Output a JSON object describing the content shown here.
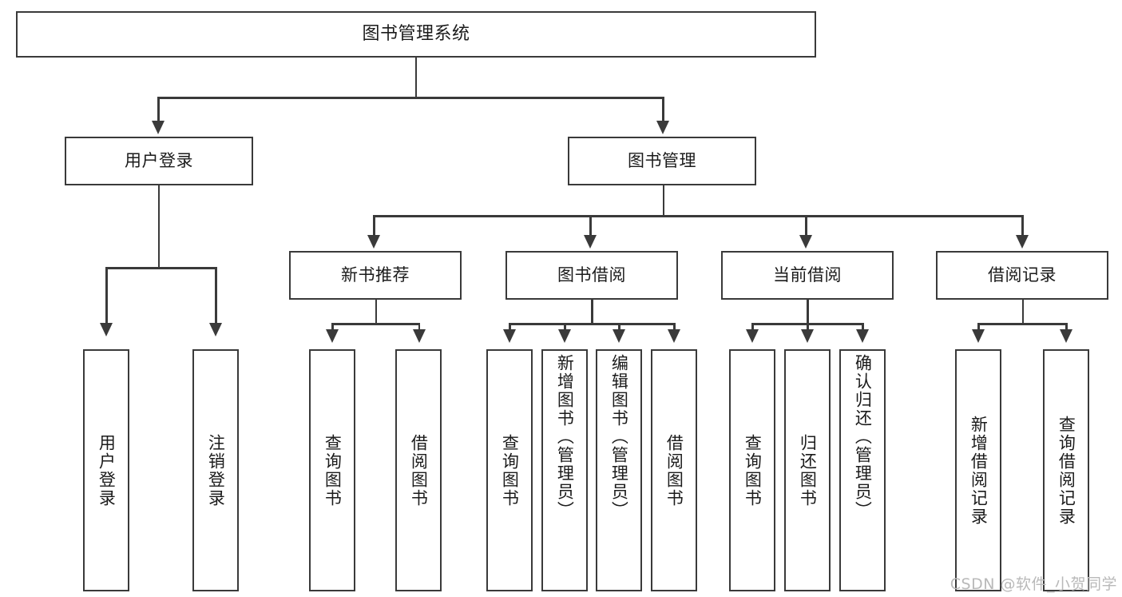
{
  "diagram": {
    "title": "图书管理系统",
    "type": "tree-hierarchy-chart",
    "root": {
      "label": "图书管理系统"
    },
    "level2": [
      {
        "label": "用户登录"
      },
      {
        "label": "图书管理"
      }
    ],
    "level3": [
      {
        "label": "新书推荐"
      },
      {
        "label": "图书借阅"
      },
      {
        "label": "当前借阅"
      },
      {
        "label": "借阅记录"
      }
    ],
    "leaves": {
      "user_login": [
        {
          "label": "用户登录"
        },
        {
          "label": "注销登录"
        }
      ],
      "new_book_recommend": [
        {
          "label": "查询图书"
        },
        {
          "label": "借阅图书"
        }
      ],
      "book_borrow": [
        {
          "label": "查询图书"
        },
        {
          "label": "新增图书（管理员）"
        },
        {
          "label": "编辑图书（管理员）"
        },
        {
          "label": "借阅图书"
        }
      ],
      "current_borrow": [
        {
          "label": "查询图书"
        },
        {
          "label": "归还图书"
        },
        {
          "label": "确认归还（管理员）"
        }
      ],
      "borrow_record": [
        {
          "label": "新增借阅记录"
        },
        {
          "label": "查询借阅记录"
        }
      ]
    }
  },
  "watermark": {
    "text": "CSDN @软件_小贺同学"
  },
  "colors": {
    "stroke": "#3a3a3a",
    "fill": "#ffffff",
    "text": "#1b1b1b",
    "watermark": "#b9b9b9"
  }
}
